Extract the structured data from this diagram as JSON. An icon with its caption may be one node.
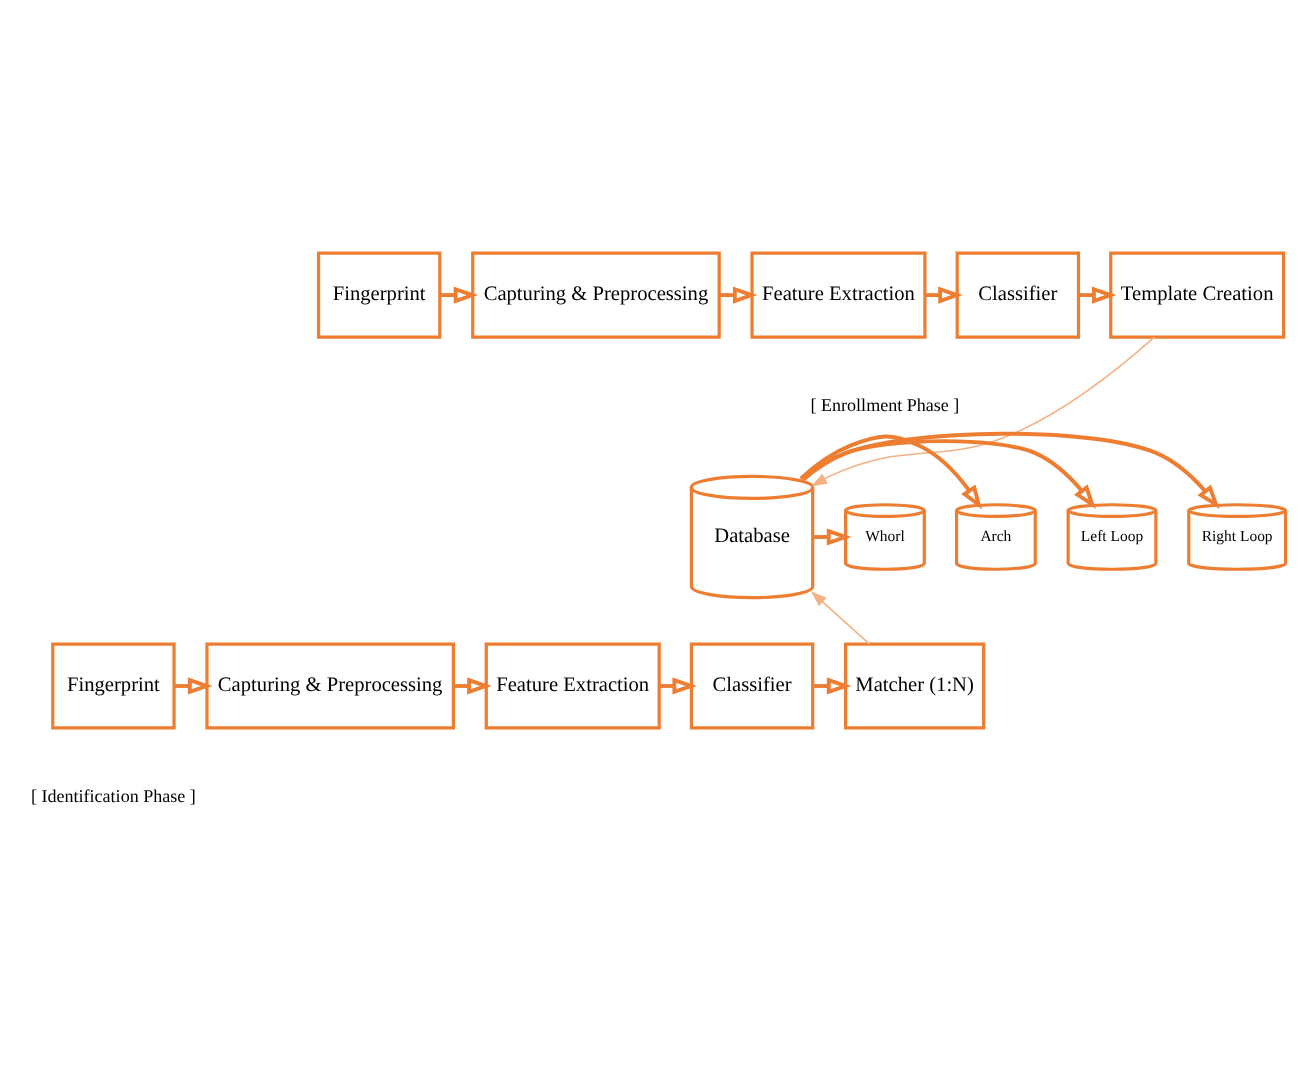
{
  "diagram": {
    "nodes": [
      {
        "text": [
          "Fingerprint"
        ]
      },
      {
        "text": [
          "Capturing & Preprocessing"
        ]
      },
      {
        "text": [
          "Feature Extraction"
        ]
      },
      {
        "text": [
          "Classifier"
        ]
      },
      {
        "text": [
          "Template Creation"
        ]
      },
      {
        "text": [
          "Database"
        ]
      },
      {
        "text": [
          "Arch"
        ]
      },
      {
        "text": [
          "Whorl"
        ]
      },
      {
        "text": [
          "Right Loop"
        ]
      },
      {
        "text": [
          "Left Loop"
        ]
      },
      {
        "text": [
          "Fingerprint"
        ]
      },
      {
        "text": [
          "Capturing & Preprocessing"
        ]
      },
      {
        "text": [
          "Feature Extraction"
        ]
      },
      {
        "text": [
          "Classifier"
        ]
      },
      {
        "text": [
          "Matcher (1:N)"
        ]
      }
    ],
    "edges": [
      {
        "from": 0,
        "to": 1,
        "arrow": "to"
      },
      {
        "from": 1,
        "to": 2,
        "arrow": "to"
      },
      {
        "from": 2,
        "to": 3,
        "arrow": "to"
      },
      {
        "from": 3,
        "to": 4,
        "arrow": "to"
      },
      {
        "from": 4,
        "to": 5,
        "arrow": "to",
        "color": "#f4b183"
      },
      {
        "from": 5,
        "to": 6,
        "arrow": "to"
      },
      {
        "from": 5,
        "to": 7,
        "arrow": "to"
      },
      {
        "from": 5,
        "to": 8,
        "arrow": "to"
      },
      {
        "from": 5,
        "to": 9,
        "arrow": "to"
      },
      {
        "from": 10,
        "to": 11,
        "arrow": "to"
      },
      {
        "from": 11,
        "to": 12,
        "arrow": "to"
      },
      {
        "from": 12,
        "to": 13,
        "arrow": "to"
      },
      {
        "from": 13,
        "to": 14,
        "arrow": "to"
      },
      {
        "from": 14,
        "to": 5,
        "arrow": "to",
        "color": "#f4b183"
      }
    ],
    "labels": [
      "[ Enrollment Phase ]",
      "[ Identification Phase ]"
    ]
  }
}
